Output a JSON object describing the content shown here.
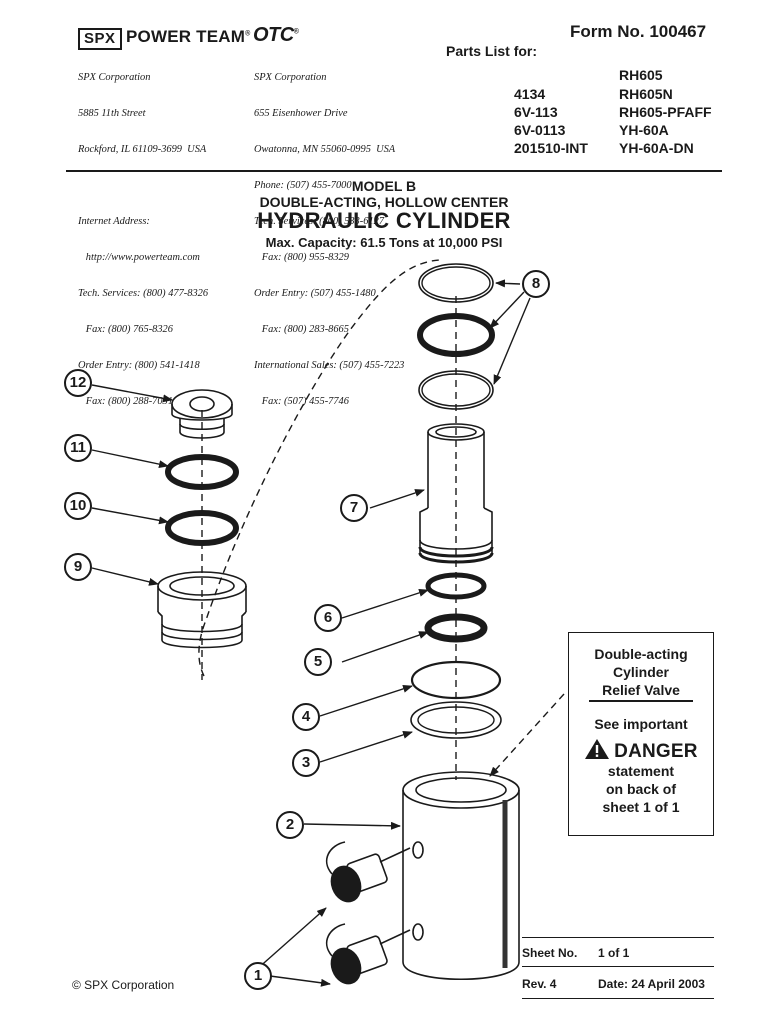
{
  "header": {
    "logos": {
      "spx": "SPX",
      "power_team": "POWER TEAM",
      "otc": "OTC"
    },
    "address_left": {
      "lines": [
        "SPX Corporation",
        "5885 11th Street",
        "Rockford, IL 61109-3699  USA",
        "",
        "Internet Address:",
        "   http://www.powerteam.com",
        "Tech. Services: (800) 477-8326",
        "   Fax: (800) 765-8326",
        "Order Entry: (800) 541-1418",
        "   Fax: (800) 288-7031"
      ]
    },
    "address_right": {
      "lines": [
        "SPX Corporation",
        "655 Eisenhower Drive",
        "Owatonna, MN 55060-0995  USA",
        "Phone: (507) 455-7000",
        "Tech. Services: (800) 533-6127",
        "   Fax: (800) 955-8329",
        "Order Entry: (507) 455-1480",
        "   Fax: (800) 283-8665",
        "International Sales: (507) 455-7223",
        "   Fax: (507) 455-7746"
      ]
    },
    "form_no": "Form No.  100467",
    "parts_list_for": "Parts List for:",
    "part_numbers_col1": [
      "4134",
      "6V-113",
      "6V-0113",
      "201510-INT"
    ],
    "part_numbers_col2": [
      "RH605",
      "RH605N",
      "RH605-PFAFF",
      "YH-60A",
      "YH-60A-DN"
    ]
  },
  "title": {
    "model": "MODEL B",
    "subtitle": "DOUBLE-ACTING,  HOLLOW CENTER",
    "main": "HYDRAULIC CYLINDER",
    "capacity": "Max. Capacity:  61.5 Tons at 10,000 PSI"
  },
  "callouts": [
    "1",
    "2",
    "3",
    "4",
    "5",
    "6",
    "7",
    "8",
    "9",
    "10",
    "11",
    "12"
  ],
  "warning": {
    "line1": "Double-acting",
    "line2": "Cylinder",
    "line3": "Relief Valve",
    "see": "See important",
    "danger": "DANGER",
    "line4": "statement",
    "line5": "on back of",
    "line6": "sheet 1 of 1"
  },
  "sheet": {
    "sheet_label": "Sheet No.",
    "sheet_value": "1 of 1",
    "rev": "Rev. 4",
    "date": "Date: 24 April 2003"
  },
  "footer": {
    "copyright": "© SPX Corporation"
  }
}
